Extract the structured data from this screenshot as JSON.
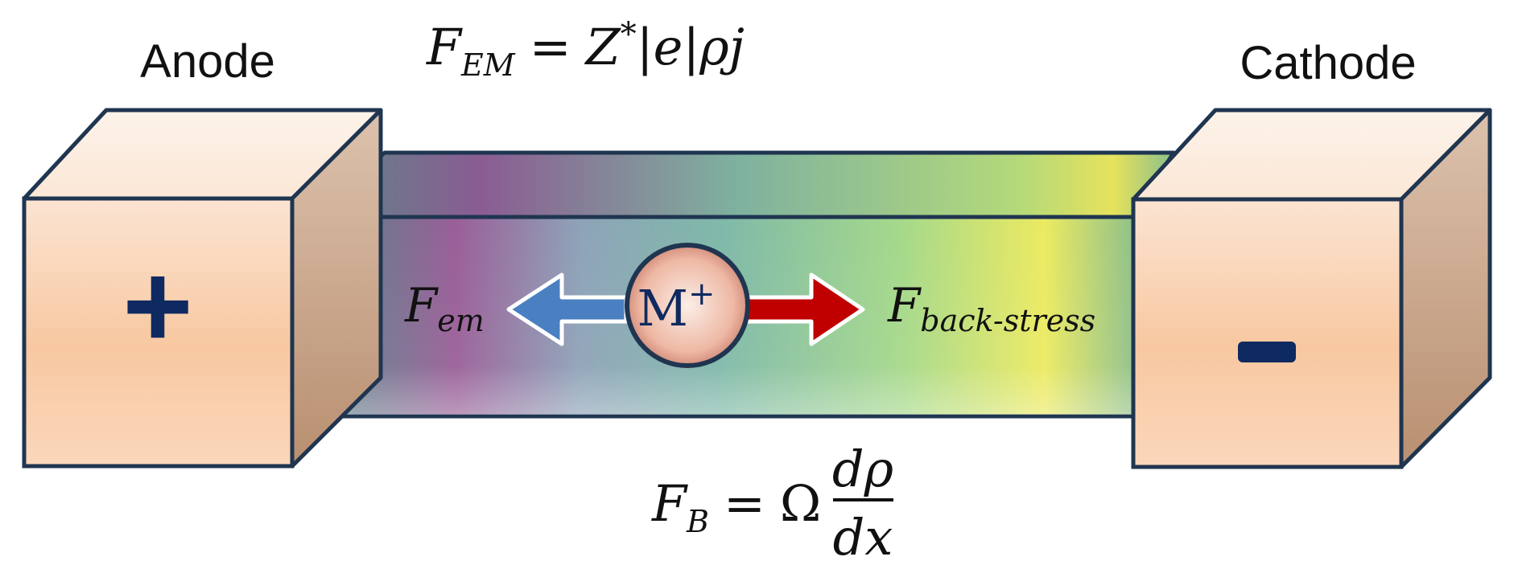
{
  "anode": {
    "label": "Anode",
    "sign": "+"
  },
  "cathode": {
    "label": "Cathode",
    "sign": "-"
  },
  "ion": {
    "symbol": "M",
    "charge": "+"
  },
  "equation_em": {
    "lhs": "F",
    "lhs_sub": "EM",
    "equals": "=",
    "rhs_z": "Z",
    "rhs_star": "*",
    "rhs_rest": "|e|ρj"
  },
  "equation_b": {
    "lhs": "F",
    "lhs_sub": "B",
    "equals": "=",
    "omega": "Ω",
    "numerator": "dρ",
    "denominator": "dx"
  },
  "arrow_left": {
    "symbol": "F",
    "sub": "em",
    "color": "#4a7fc1"
  },
  "arrow_right": {
    "symbol": "F",
    "sub": "back-stress",
    "color": "#c00000"
  },
  "colors": {
    "outline": "#1f3550",
    "electrode_fill": "#f9c9a2",
    "electrode_side": "#c9a184",
    "sign_color": "#0f2a60"
  }
}
